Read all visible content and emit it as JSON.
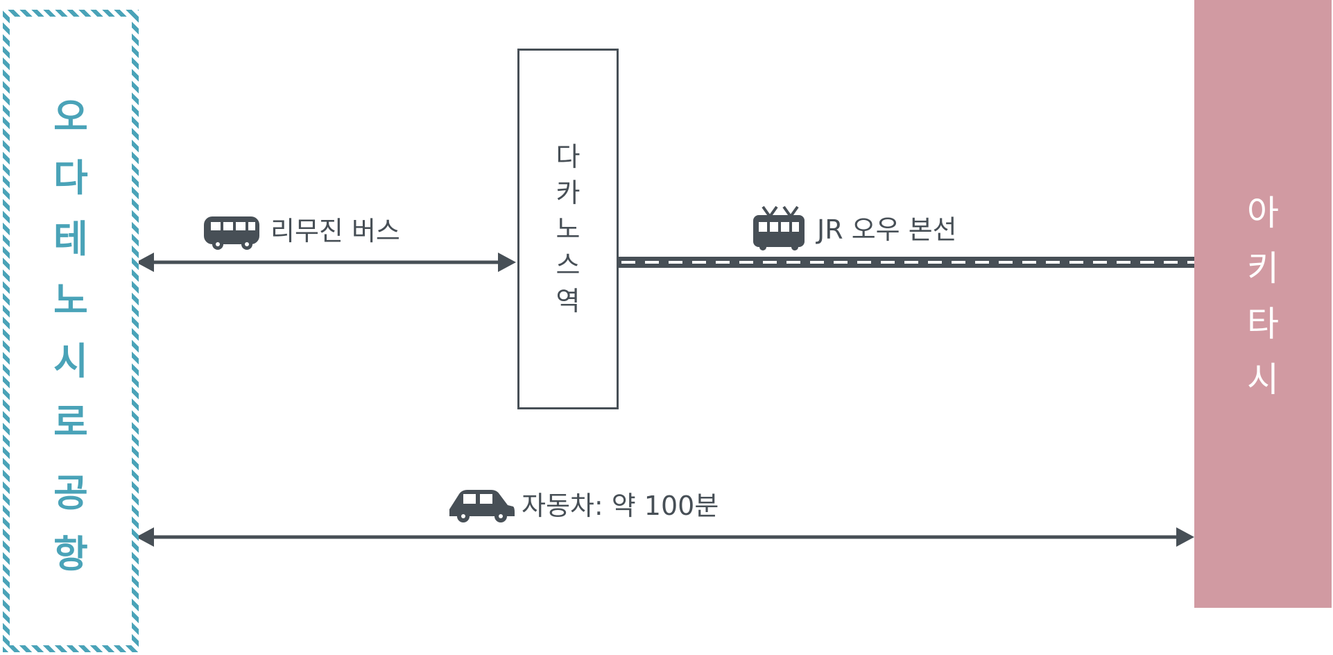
{
  "nodes": {
    "airport": {
      "chars": [
        "오",
        "다",
        "테",
        "노",
        "시",
        "로",
        "공",
        "항"
      ],
      "color": "#4aa3b8"
    },
    "station": {
      "chars": [
        "다",
        "카",
        "노",
        "스",
        "역"
      ],
      "color": "#474f56"
    },
    "city": {
      "chars": [
        "아",
        "키",
        "타",
        "시"
      ],
      "color": "#d19aa2"
    }
  },
  "edges": {
    "bus": {
      "label": "리무진 버스",
      "icon": "bus-icon"
    },
    "train": {
      "label": "JR 오우 본선",
      "icon": "train-icon"
    },
    "car": {
      "label": "자동차: 약 100분",
      "icon": "car-icon"
    }
  },
  "colors": {
    "line": "#474f56",
    "airport": "#4aa3b8",
    "city": "#d19aa2"
  }
}
